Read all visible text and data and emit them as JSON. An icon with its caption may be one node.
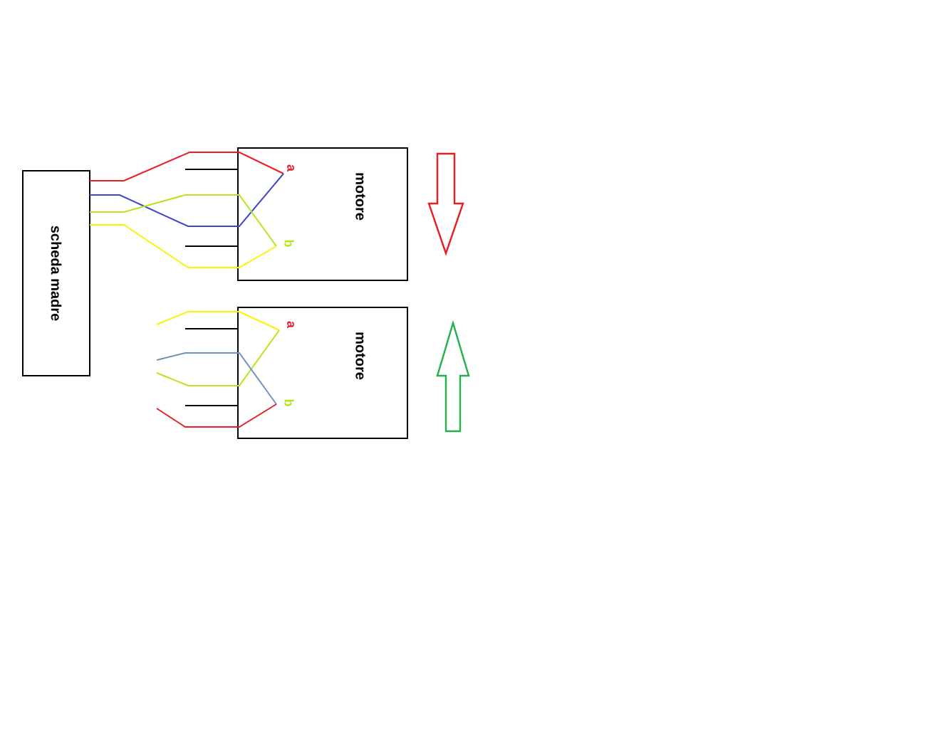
{
  "diagram": {
    "nodes": [
      {
        "text": [
          "scheda madre"
        ]
      },
      {
        "text": [
          "motore"
        ]
      },
      {
        "text": [
          "motore"
        ]
      }
    ],
    "edges": [
      {
        "from": 0,
        "to": 1,
        "arrow": "none",
        "color": "#ed1c24"
      },
      {
        "from": 0,
        "to": 1,
        "arrow": "none",
        "color": "#3f48cc"
      },
      {
        "from": 0,
        "to": 1,
        "arrow": "none",
        "color": "#b5e61d"
      },
      {
        "from": 0,
        "to": 1,
        "arrow": "none",
        "color": "#fff200"
      },
      {
        "from": null,
        "to": 2,
        "arrow": "none",
        "color": "#fff200"
      },
      {
        "from": null,
        "to": 2,
        "arrow": "none",
        "color": "#b5e61d"
      },
      {
        "from": null,
        "to": 2,
        "arrow": "none",
        "color": "#7092be"
      },
      {
        "from": null,
        "to": 2,
        "arrow": "none",
        "color": "#ed1c24"
      }
    ],
    "labels": [
      "a",
      "b",
      "a",
      "b"
    ]
  }
}
